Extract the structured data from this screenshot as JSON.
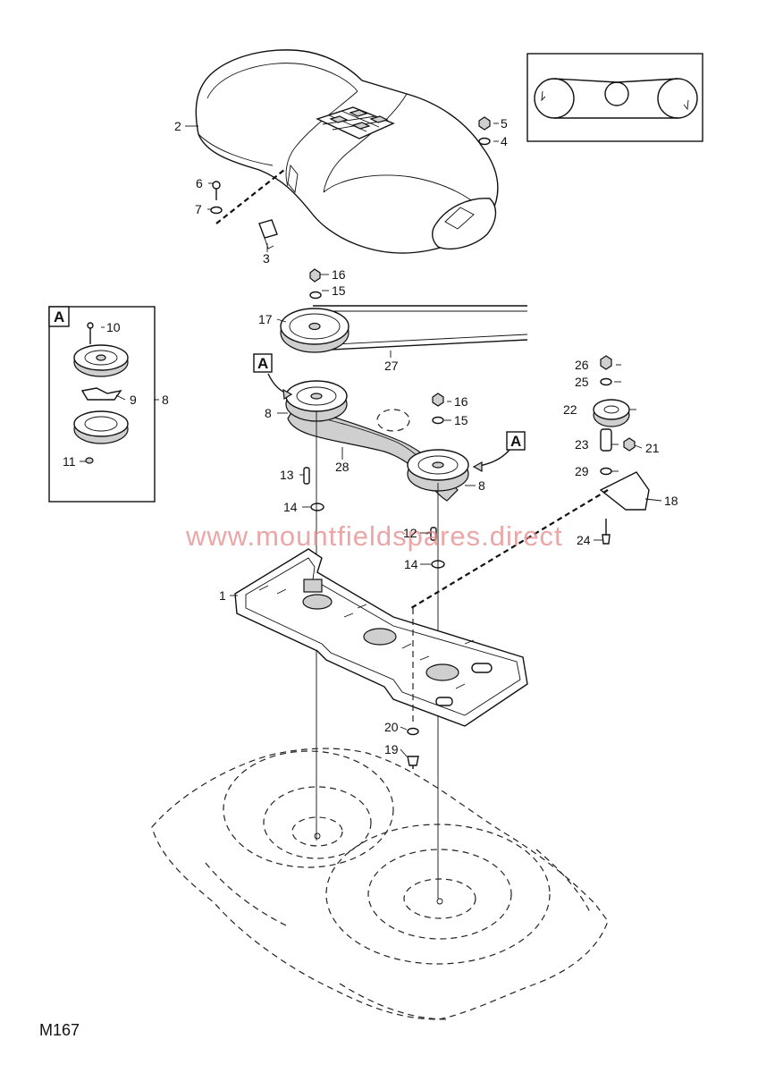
{
  "diagram_code": "M167",
  "watermark": "www.mountfieldspares.direct",
  "detail_marker": "A",
  "callouts": {
    "c1": "1",
    "c2": "2",
    "c3": "3",
    "c4": "4",
    "c5": "5",
    "c6": "6",
    "c7": "7",
    "c8a": "8",
    "c8b": "8",
    "c8c": "8",
    "c9": "9",
    "c10": "10",
    "c11": "11",
    "c12": "12",
    "c13": "13",
    "c14a": "14",
    "c14b": "14",
    "c15a": "15",
    "c15b": "15",
    "c16a": "16",
    "c16b": "16",
    "c17": "17",
    "c18": "18",
    "c19": "19",
    "c20": "20",
    "c21": "21",
    "c22": "22",
    "c23": "23",
    "c24": "24",
    "c25": "25",
    "c26": "26",
    "c27": "27",
    "c28": "28",
    "c29": "29"
  }
}
